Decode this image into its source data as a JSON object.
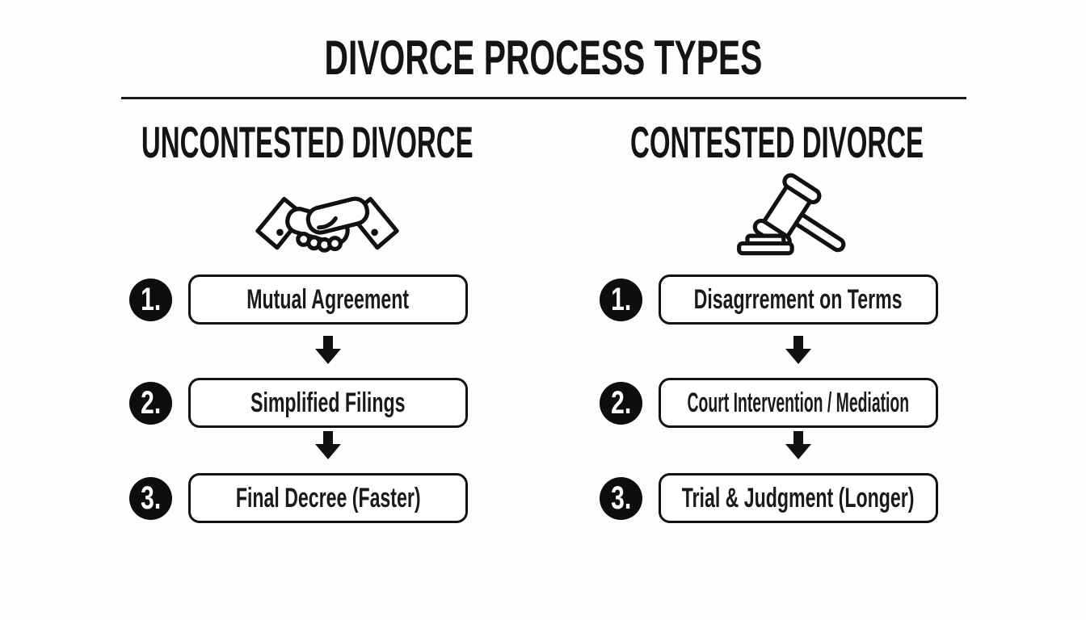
{
  "title": "DIVORCE PROCESS TYPES",
  "columns": [
    {
      "header": "UNCONTESTED DIVORCE",
      "icon": "handshake-icon",
      "steps": [
        {
          "number": "1.",
          "label": "Mutual Agreement"
        },
        {
          "number": "2.",
          "label": "Simplified Filings"
        },
        {
          "number": "3.",
          "label": "Final Decree (Faster)"
        }
      ]
    },
    {
      "header": "CONTESTED DIVORCE",
      "icon": "gavel-icon",
      "steps": [
        {
          "number": "1.",
          "label": "Disagrrement on Terms"
        },
        {
          "number": "2.",
          "label": "Court Intervention / Mediation"
        },
        {
          "number": "3.",
          "label": "Trial & Judgment (Longer)"
        }
      ]
    }
  ],
  "colors": {
    "ink": "#111111",
    "background": "#fcfdfd",
    "box_fill": "#ffffff",
    "number_circle": "#0d0d0d"
  }
}
